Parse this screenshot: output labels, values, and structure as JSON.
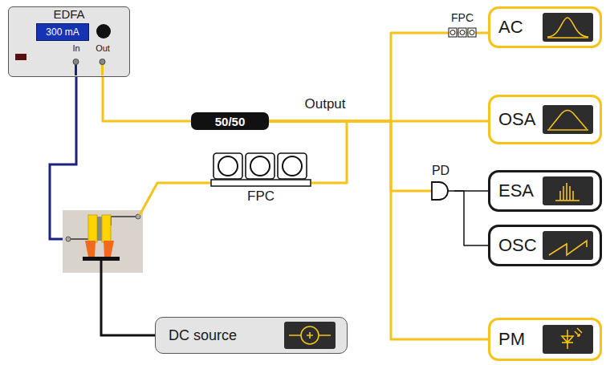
{
  "diagram": {
    "nodes": [
      {
        "text": [
          "EDFA"
        ]
      },
      {
        "text": [
          "300 mA"
        ],
        "in": 0
      },
      {
        "text": [
          "50/50"
        ]
      },
      {
        "text": [
          "FPC"
        ]
      },
      {
        "text": [
          "DC source"
        ]
      },
      {
        "text": [
          "FPC"
        ]
      },
      {
        "text": [
          "AC"
        ]
      },
      {
        "text": [
          "OSA"
        ]
      },
      {
        "text": [
          "PD"
        ]
      },
      {
        "text": [
          "ESA"
        ]
      },
      {
        "text": [
          "OSC"
        ]
      },
      {
        "text": [
          "PM"
        ]
      }
    ],
    "edges": [
      {
        "from": 0,
        "to": 2,
        "arrow": "none"
      },
      {
        "from": 2,
        "to": 3,
        "arrow": "none"
      },
      {
        "from": 2,
        "to": 5,
        "arrow": "none"
      },
      {
        "from": 2,
        "to": 7,
        "arrow": "none"
      },
      {
        "from": 2,
        "to": 8,
        "arrow": "none"
      },
      {
        "from": 2,
        "to": 11,
        "arrow": "none"
      },
      {
        "from": 5,
        "to": 6,
        "arrow": "none"
      },
      {
        "from": 8,
        "to": 9,
        "arrow": "none"
      },
      {
        "from": 8,
        "to": 10,
        "arrow": "none"
      }
    ],
    "labels": [
      "In",
      "Out",
      "Output"
    ]
  }
}
